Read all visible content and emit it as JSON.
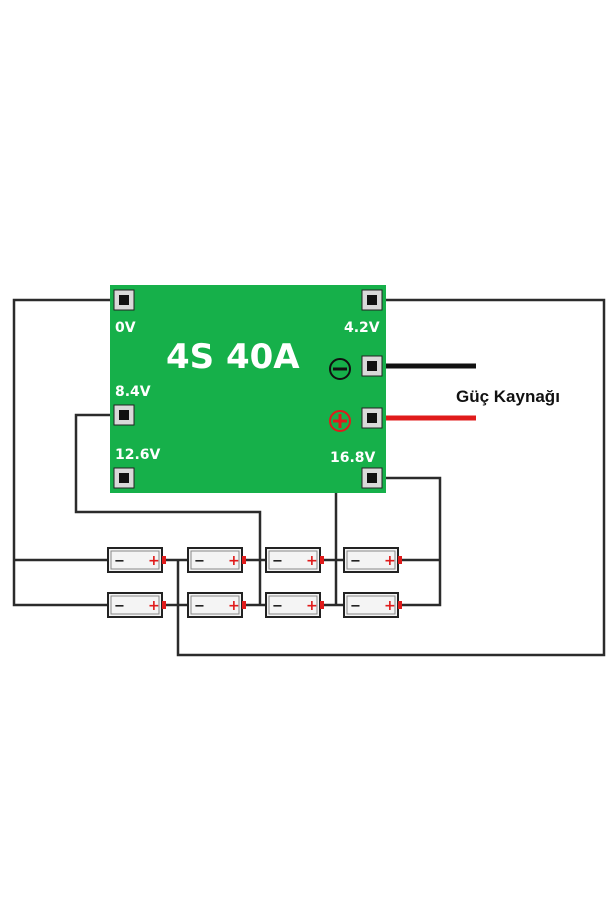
{
  "board": {
    "title": "4S 40A",
    "color": "#16b04a",
    "pin_labels": {
      "p0": "0V",
      "p42": "4.2V",
      "p84": "8.4V",
      "p126": "12.6V",
      "p168": "16.8V"
    }
  },
  "power_supply": {
    "label": "Güç Kaynağı",
    "negative_wire_color": "#111111",
    "positive_wire_color": "#e01b1b"
  },
  "batteries": {
    "negative_symbol": "−",
    "positive_symbol": "+",
    "positive_color": "#e01b1b"
  }
}
